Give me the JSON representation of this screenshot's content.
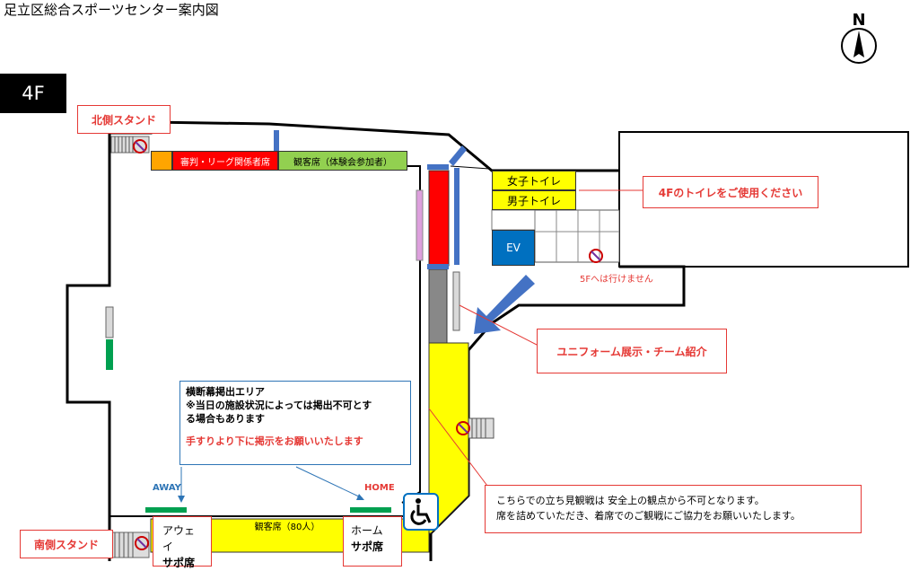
{
  "title": "足立区総合スポーツセンター案内図",
  "floor": "4F",
  "compass": {
    "label": "N"
  },
  "labels": {
    "north_stand": "北側スタンド",
    "south_stand": "南側スタンド",
    "use_4f_toilet": "4Fのトイレをご使用ください",
    "uniform_display": "ユニフォーム展示・チーム紹介",
    "no_5f": "5Fへは行けません",
    "away": "AWAY",
    "home": "HOME",
    "away_supporter_1": "アウェイ",
    "away_supporter_2": "サポ席",
    "home_supporter_1": "ホーム",
    "home_supporter_2": "サポ席"
  },
  "rooms": {
    "womens_toilet": "女子トイレ",
    "mens_toilet": "男子トイレ",
    "elevator": "EV"
  },
  "seats": {
    "officials": "審判・リーグ関係者席",
    "spectators_event": "観客席（体験会参加者）",
    "spectators_80": "観客席（80人）"
  },
  "banner_note": {
    "line1": "横断幕掲出エリア",
    "line2": "※当日の施設状況によっては掲出不可とす",
    "line3": "る場合もあります",
    "line4": "手すりより下に掲示をお願いいたします"
  },
  "standing_note": {
    "line1": "こちらでの立ち見観戦は 安全上の観点から不可となります。",
    "line2": "席を詰めていただき、着席でのご観戦にご協力をお願いいたします。"
  },
  "icons": [
    "compass-icon",
    "no-entry-icon",
    "wheelchair-icon",
    "arrow-icon"
  ],
  "colors": {
    "officials": "#ff0000",
    "spectators": "#92d050",
    "seat_yellow": "#ffff00",
    "orange": "#ffa500",
    "elevator": "#0070c0",
    "blue_marker": "#4472c4",
    "green_marker": "#00a050",
    "callout": "#e53935"
  }
}
